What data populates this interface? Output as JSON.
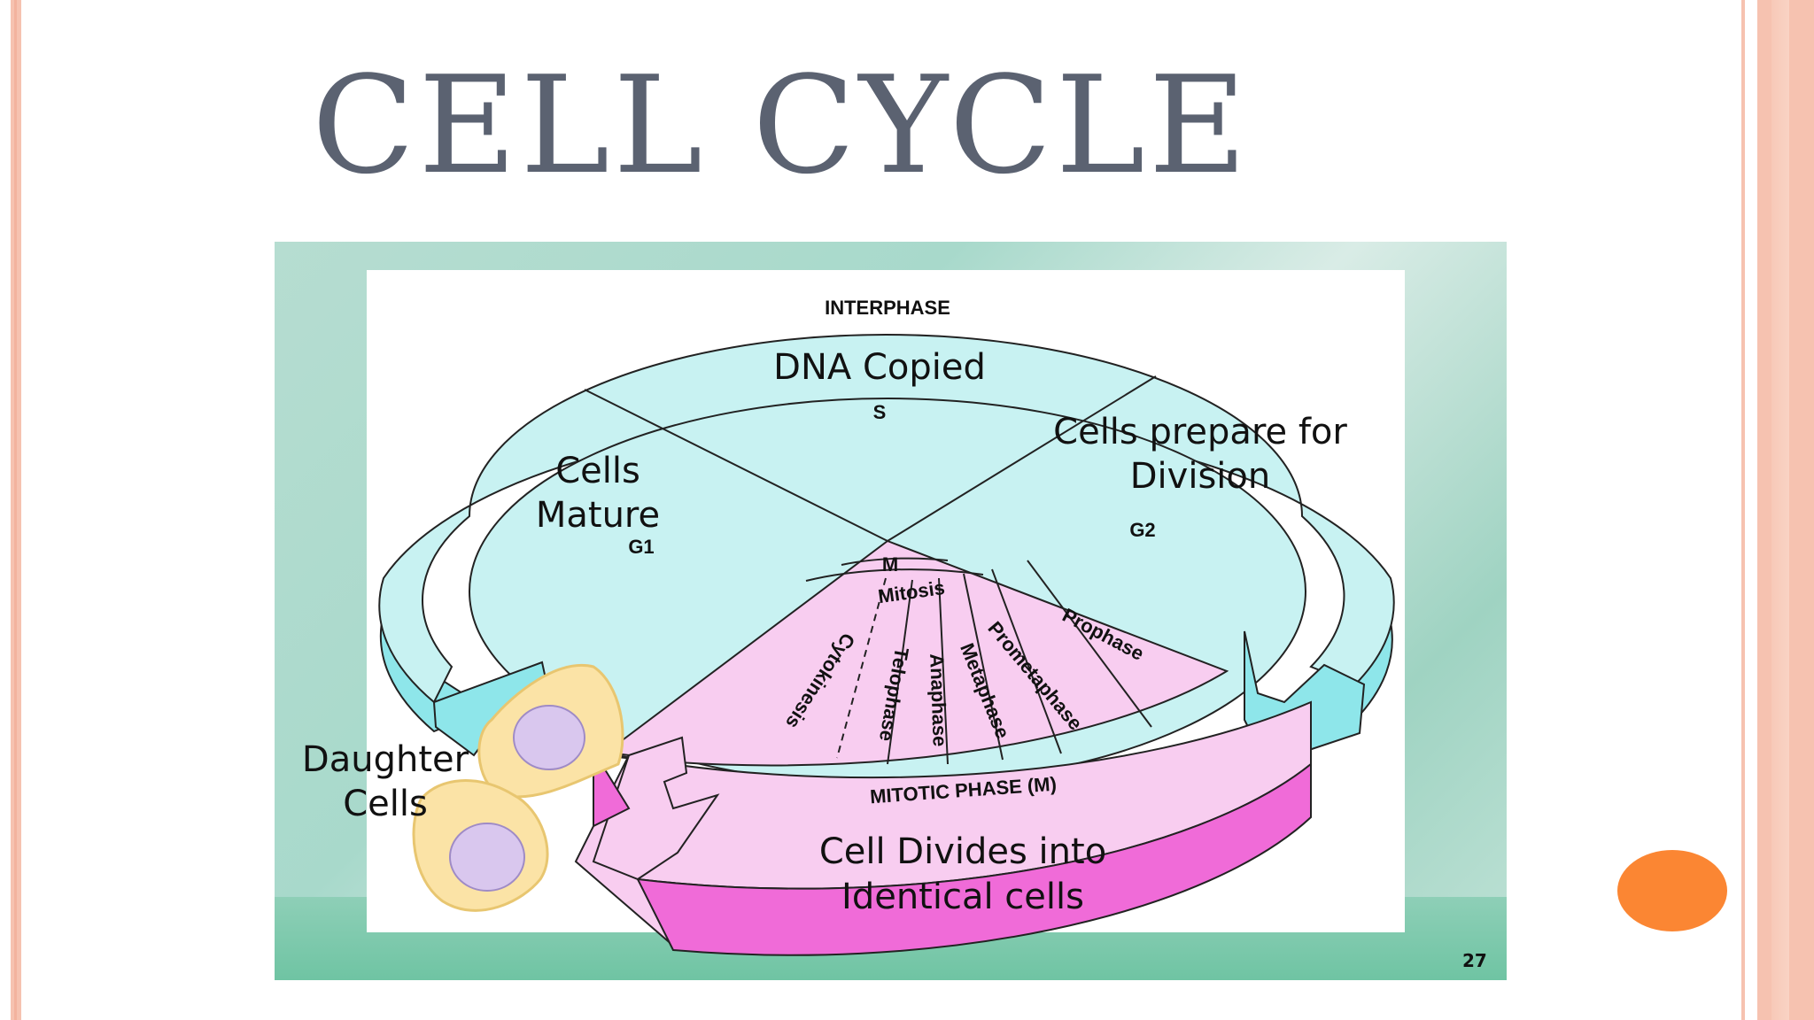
{
  "slide": {
    "title": "CELL CYCLE",
    "page_number": "27"
  },
  "diagram": {
    "interphase_label": "INTERPHASE",
    "s_phase": {
      "caption": "DNA Copied",
      "code": "S"
    },
    "g1_phase": {
      "caption_line1": "Cells",
      "caption_line2": "Mature",
      "code": "G1"
    },
    "g2_phase": {
      "caption_line1": "Cells prepare for",
      "caption_line2": "Division",
      "code": "G2"
    },
    "m_label": "M",
    "mitosis_label": "Mitosis",
    "mitotic_stages": [
      "Prophase",
      "Prometaphase",
      "Metaphase",
      "Anaphase",
      "Telophase",
      "Cytokinesis"
    ],
    "mitotic_phase_label": "MITOTIC PHASE (M)",
    "daughter_cells": {
      "line1": "Daughter",
      "line2": "Cells"
    },
    "cell_divides": {
      "line1": "Cell Divides into",
      "line2": "Identical cells"
    },
    "colors": {
      "interphase_fill": "#c8f2f2",
      "interphase_side": "#8ee6ea",
      "mitotic_fill": "#f8cdf0",
      "mitotic_side": "#f06bd8",
      "cell_body": "#fbe3a6",
      "nucleus": "#d9c7ee"
    }
  }
}
